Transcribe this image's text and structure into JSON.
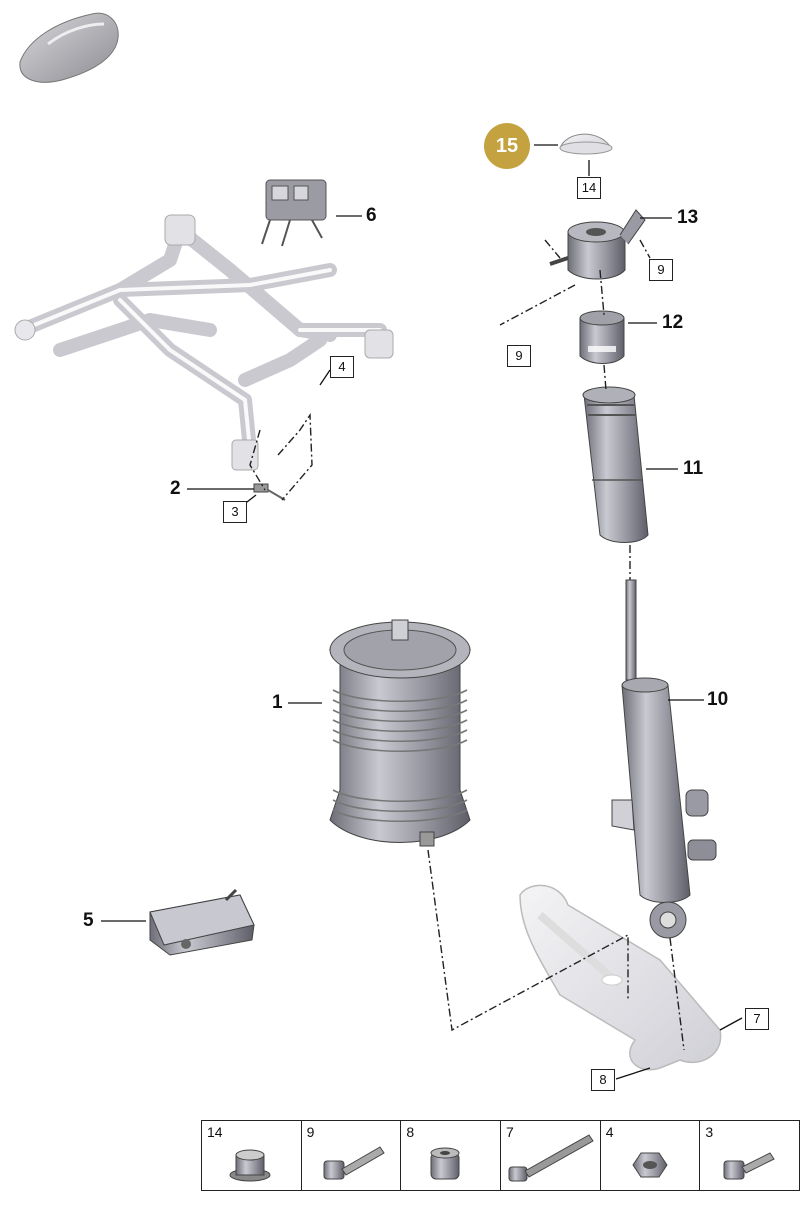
{
  "badge": {
    "number": "15",
    "color": "#c4a23f"
  },
  "callouts": {
    "p1": "1",
    "p2": "2",
    "p5": "5",
    "p6": "6",
    "p10": "10",
    "p11": "11",
    "p12": "12",
    "p13": "13"
  },
  "boxed_refs": {
    "r3": "3",
    "r4": "4",
    "r7": "7",
    "r8": "8",
    "r9a": "9",
    "r9b": "9",
    "r14": "14"
  },
  "fastener_table": [
    {
      "number": "14",
      "icon": "flange-nut-icon"
    },
    {
      "number": "9",
      "icon": "flange-bolt-icon"
    },
    {
      "number": "8",
      "icon": "collar-nut-icon"
    },
    {
      "number": "7",
      "icon": "long-bolt-icon"
    },
    {
      "number": "4",
      "icon": "hex-nut-icon"
    },
    {
      "number": "3",
      "icon": "short-bolt-icon"
    }
  ]
}
